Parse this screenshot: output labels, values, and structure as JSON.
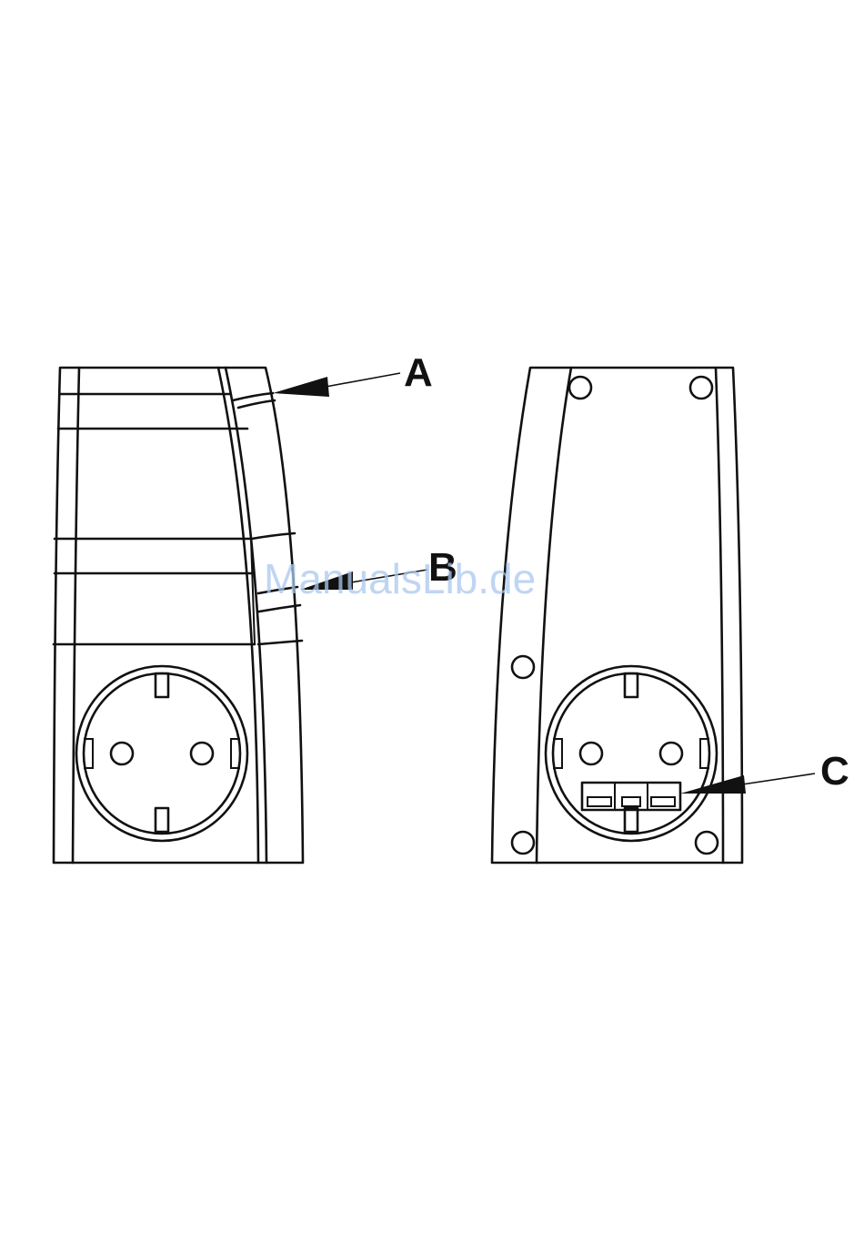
{
  "diagram": {
    "labels": {
      "a": "A",
      "b": "B",
      "c": "C"
    },
    "watermark": "ManualsLib.de",
    "colors": {
      "line": "#111111",
      "watermark": "#aac8ee",
      "background": "#ffffff"
    }
  }
}
